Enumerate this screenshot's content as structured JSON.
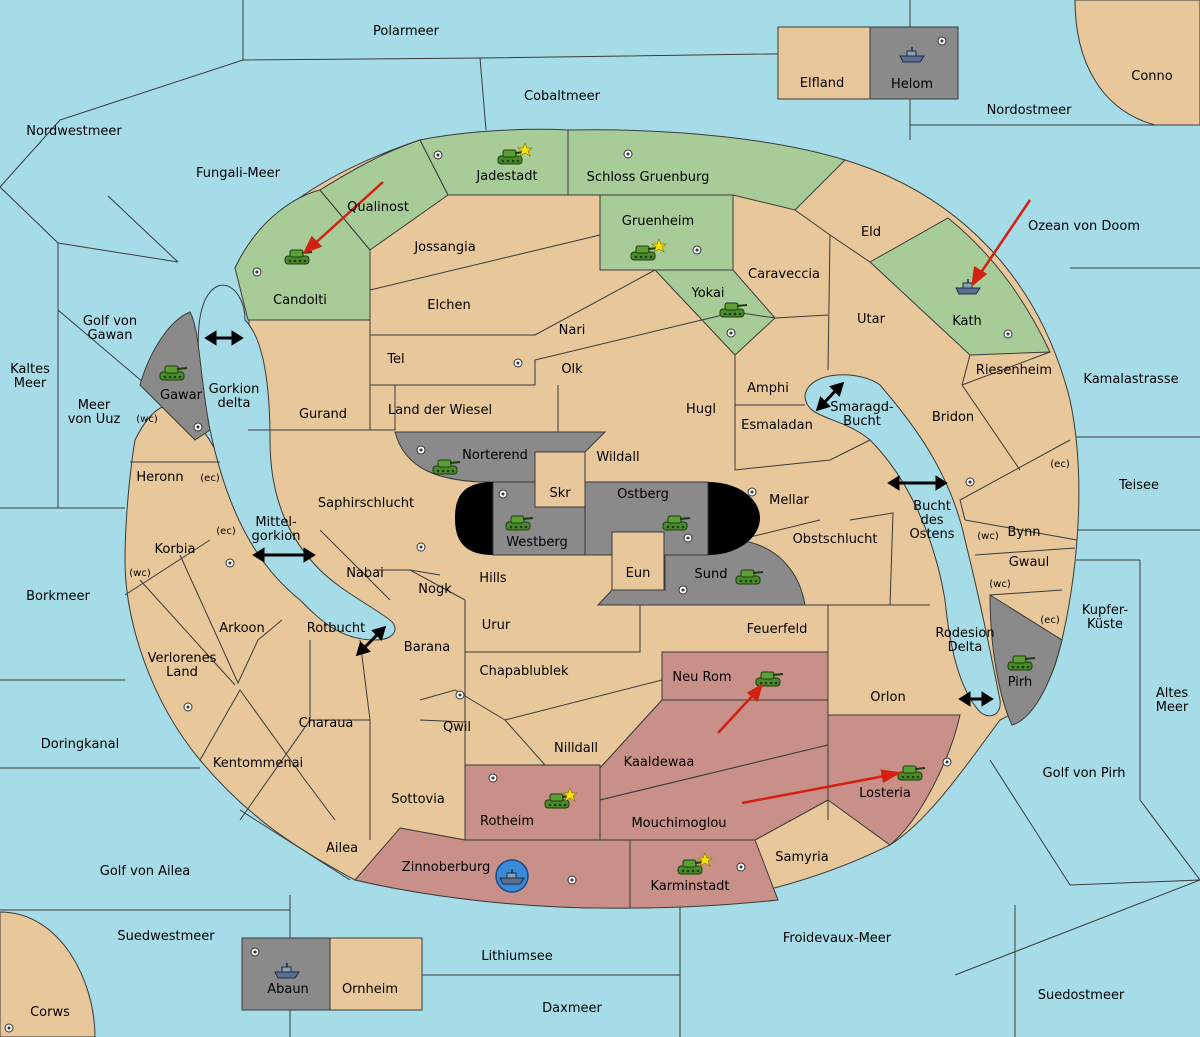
{
  "colors": {
    "sea": "#a6dce8",
    "land": "#e8c89a",
    "green": "#a8cc98",
    "red": "#c89088",
    "gray": "#8a8a8a",
    "black": "#000000",
    "border": "#3a3a3a",
    "arrow": "#d42010"
  },
  "seas": {
    "polarmeer": "Polarmeer",
    "cobaltmeer": "Cobaltmeer",
    "nordostmeer": "Nordostmeer",
    "nordwestmeer": "Nordwestmeer",
    "fungali": "Fungali-Meer",
    "ozean_doom": "Ozean von Doom",
    "golf_gawan": "Golf von\nGawan",
    "kaltes_meer": "Kaltes\nMeer",
    "meer_uuz": "Meer\nvon Uuz",
    "gorkion_delta": "Gorkion\ndelta",
    "kamalastrasse": "Kamalastrasse",
    "smaragd": "Smaragd-\nBucht",
    "teisee": "Teisee",
    "mittelgorkion": "Mittel-\ngorkion",
    "bucht_ostens": "Bucht\ndes\nOstens",
    "borkmeer": "Borkmeer",
    "rotbucht": "Rotbucht",
    "kupfer": "Kupfer-\nKüste",
    "rodesion": "Rodesion\nDelta",
    "altes": "Altes\nMeer",
    "doringkanal": "Doringkanal",
    "golf_pirh": "Golf von Pirh",
    "golf_ailea": "Golf von Ailea",
    "suedwestmeer": "Suedwestmeer",
    "lithiumsee": "Lithiumsee",
    "froidevaux": "Froidevaux-Meer",
    "daxmeer": "Daxmeer",
    "suedostmeer": "Suedostmeer"
  },
  "lands": {
    "elfland": "Elfland",
    "helom": "Helom",
    "conno": "Conno",
    "corws": "Corws",
    "abaun": "Abaun",
    "ornheim": "Ornheim",
    "jadestadt": "Jadestadt",
    "schloss": "Schloss Gruenburg",
    "qualinost": "Qualinost",
    "candolti": "Candolti",
    "jossangia": "Jossangia",
    "gruenheim": "Gruenheim",
    "eld": "Eld",
    "caraveccia": "Caraveccia",
    "yokai": "Yokai",
    "kath": "Kath",
    "elchen": "Elchen",
    "nari": "Nari",
    "utar": "Utar",
    "tel": "Tel",
    "olk": "Olk",
    "amphi": "Amphi",
    "riesenheim": "Riesenheim",
    "gawar": "Gawar",
    "gurand": "Gurand",
    "land_wiesel": "Land der Wiesel",
    "hugl": "Hugl",
    "bridon": "Bridon",
    "esmaladan": "Esmaladan",
    "norterend": "Norterend",
    "wildall": "Wildall",
    "heronn": "Heronn",
    "skr": "Skr",
    "ostberg": "Ostberg",
    "mellar": "Mellar",
    "saphir": "Saphirschlucht",
    "westberg": "Westberg",
    "obstschlucht": "Obstschlucht",
    "bynn": "Bynn",
    "korbia": "Korbia",
    "nabai": "Nabai",
    "hills": "Hills",
    "eun": "Eun",
    "sund": "Sund",
    "gwaul": "Gwaul",
    "nogk": "Nogk",
    "arkoon": "Arkoon",
    "urur": "Urur",
    "feuerfeld": "Feuerfeld",
    "barana": "Barana",
    "verlorenes": "Verlorenes\nLand",
    "chapablublek": "Chapablublek",
    "neu_rom": "Neu Rom",
    "pirh": "Pirh",
    "orlon": "Orlon",
    "charaua": "Charaua",
    "qwil": "Qwil",
    "nilldall": "Nilldall",
    "kaaldewaa": "Kaaldewaa",
    "kentommenai": "Kentommenai",
    "losteria": "Losteria",
    "sottovia": "Sottovia",
    "rotheim": "Rotheim",
    "mouchimoglou": "Mouchimoglou",
    "ailea": "Ailea",
    "samyria": "Samyria",
    "zinnoberburg": "Zinnoberburg",
    "karminstadt": "Karminstadt"
  },
  "coasts": {
    "wc": "(wc)",
    "ec": "(ec)"
  }
}
